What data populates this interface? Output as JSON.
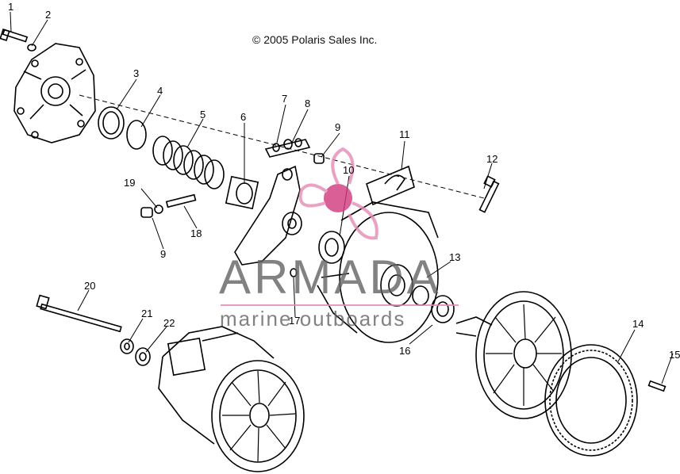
{
  "diagram": {
    "copyright": "© 2005 Polaris Sales Inc.",
    "callouts": [
      {
        "id": "1",
        "text": "1"
      },
      {
        "id": "2",
        "text": "2"
      },
      {
        "id": "3",
        "text": "3"
      },
      {
        "id": "4",
        "text": "4"
      },
      {
        "id": "5",
        "text": "5"
      },
      {
        "id": "6",
        "text": "6"
      },
      {
        "id": "7",
        "text": "7"
      },
      {
        "id": "8",
        "text": "8"
      },
      {
        "id": "9a",
        "text": "9"
      },
      {
        "id": "10",
        "text": "10"
      },
      {
        "id": "11",
        "text": "11"
      },
      {
        "id": "12",
        "text": "12"
      },
      {
        "id": "13",
        "text": "13"
      },
      {
        "id": "14",
        "text": "14"
      },
      {
        "id": "15",
        "text": "15"
      },
      {
        "id": "16",
        "text": "16"
      },
      {
        "id": "17",
        "text": "17"
      },
      {
        "id": "18",
        "text": "18"
      },
      {
        "id": "19",
        "text": "19"
      },
      {
        "id": "9b",
        "text": "9"
      },
      {
        "id": "20",
        "text": "20"
      },
      {
        "id": "21",
        "text": "21"
      },
      {
        "id": "22",
        "text": "22"
      }
    ]
  },
  "watermark": {
    "brand": "ARMADA",
    "tagline": "marine outboards",
    "accent_color": "#e58cb6",
    "text_color": "#5f5f5f"
  }
}
